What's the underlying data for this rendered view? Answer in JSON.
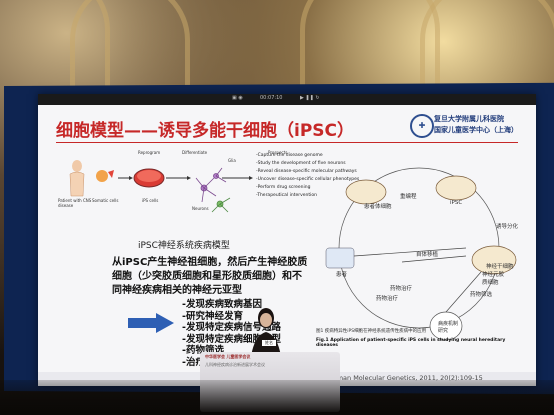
{
  "slide": {
    "timer": "00:07:10",
    "title": "细胞模型——诱导多能干细胞（iPSC）",
    "org_line1": "复旦大学附属儿科医院",
    "org_line2": "国家儿童医学中心（上海）",
    "figure1": {
      "step_reprogram": "Reprogram",
      "step_differentiate": "Differentiate",
      "step_prospects": "Prospects",
      "label_patient": "Patient with CNS disease",
      "label_somatic": "Somatic cells",
      "label_ipsc": "iPS cells",
      "label_neurons": "Neurons",
      "label_glia": "Glia",
      "prospects": [
        "-Capture the disease genome",
        "-Study the development of five neurons",
        "-Reveal disease-specific molecular pathways",
        "-Uncover disease-specific cellular phenotypes",
        "-Perform drug screening",
        "-Therapeutical intervention"
      ],
      "caption": "iPSC神经系统疾病模型"
    },
    "paragraph": "从iPSC产生神经祖细胞，然后产生神经胶质细胞（少突胶质细胞和星形胶质细胞）和不同神经疾病相关的神经元亚型",
    "bullets": [
      "-发现疾病致病基因",
      "-研究神经发育",
      "-发现特定疾病信号通路",
      "-发现特定疾病细胞表型",
      "-药物筛选",
      "-治疗干预"
    ],
    "cycle": {
      "nodes": [
        "患者体细胞",
        "iPSC",
        "神经干细胞",
        "神经元胶质细胞",
        "病疾机制研究",
        "药物治疗",
        "患者"
      ],
      "edges": [
        "重编程",
        "诱导分化",
        "自体移植",
        "药物筛选",
        "药物治疗"
      ],
      "caption_cn": "图1 疾病特异性iPS细胞在神经系统遗传性疾病中的应用",
      "caption_en": "Fig.1 Application of patient-specific iPS cells in studying neural hereditary diseases"
    },
    "reference": "C, Brennand K J, Boyer L F, et al. Human Molecular Genetics, 2011, 20(2):109-15"
  },
  "stage": {
    "tag": "姓名",
    "pedestal_line1": "中华医学会 儿童医学会议",
    "pedestal_line2": "儿科神经疾病诊治新进展学术会议"
  },
  "colors": {
    "title_red": "#c62828",
    "org_blue": "#213c7b",
    "arrow_blue": "#2e5fb4",
    "screen_navy": "#0e2451"
  }
}
